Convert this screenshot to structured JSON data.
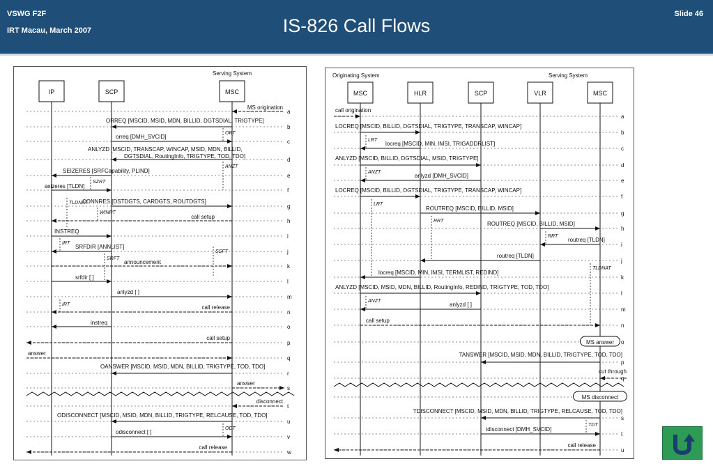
{
  "header": {
    "org": "VSWG F2F",
    "event": "IRT Macau, March 2007",
    "title": "IS-826 Call Flows",
    "slide": "Slide 46"
  },
  "left": {
    "system_label": "Serving System",
    "entities": [
      "IP",
      "SCP",
      "MSC"
    ],
    "row_letters": [
      "a",
      "b",
      "c",
      "d",
      "e",
      "f",
      "g",
      "h",
      "i",
      "j",
      "k",
      "l",
      "m",
      "n",
      "o",
      "p",
      "q",
      "r",
      "s",
      "t",
      "u",
      "v",
      "w"
    ],
    "messages": {
      "ms_origination": "MS origination",
      "orreq": "ORREQ [MSCID, MSID, MDN, BILLID, DGTSDIAL, TRIGTYPE]",
      "orreq_resp": "orreq [DMH_SVCID]",
      "anlyzd_1": "ANLYZD [MSCID, TRANSCAP, WINCAP, MSID, MDN, BILLID,",
      "anlyzd_2": "DGTSDIAL, RoutingInfo, TRIGTYPE, TOD, TDO]",
      "seizeres": "SEIZERES [SRFCapability, PLIND]",
      "seizeres_resp": "seizeres [TLDN]",
      "connres": "CONNRES [DSTDGTS, CARDGTS, ROUTDGTS]",
      "call_setup": "call setup",
      "instreq": "INSTREQ",
      "srfdir": "SRFDIR [ANNLIST]",
      "announcement": "announcement",
      "srfdir_resp": "srfdir [ ]",
      "anlyzd_resp": "anlyzd [ ]",
      "call_release": "call release",
      "instreq_resp": "instreq",
      "call_setup_2": "call setup",
      "answer": "answer",
      "oanswer": "OANSWER [MSCID, MSID, MDN, BILLID, TRIGTYPE, TOD, TDO]",
      "answer_2": "answer",
      "disconnect": "disconnect",
      "odisconnect": "ODISCONNECT [MSCID, MSID, MDN, BILLID, TRIGTYPE, RELCAUSE, TOD, TDO]",
      "odisconnect_resp": "odisconnect [ ]",
      "call_release_2": "call release"
    },
    "timers": {
      "ort": "ORT",
      "anzt": "ANZT",
      "szrt": "SZRT",
      "tldnat": "TLDNAT",
      "winrt": "WINRT",
      "irt": "IRT",
      "srft": "SRFT",
      "ssft": "SSFT",
      "irt_2": "IRT",
      "odt": "ODT"
    }
  },
  "right": {
    "originating_label": "Originating System",
    "serving_label": "Serving System",
    "entities": [
      "MSC",
      "HLR",
      "SCP",
      "VLR",
      "MSC"
    ],
    "row_letters": [
      "a",
      "b",
      "c",
      "d",
      "e",
      "f",
      "g",
      "h",
      "i",
      "j",
      "k",
      "l",
      "m",
      "n",
      "o",
      "p",
      "q",
      "r",
      "s",
      "t",
      "u"
    ],
    "messages": {
      "call_origination": "call origination",
      "locreq_1": "LOCREQ [MSCID, BILLID, DGTSDIAL, TRIGTYPE, TRANSCAP, WINCAP]",
      "locreq_resp_1": "locreq [MSCID, MIN, IMSI, TRIGADDRLIST]",
      "anlyzd": "ANLYZD [MSCID, BILLID, DGTSDIAL, MSID, TRIGTYPE]",
      "anlyzd_resp": "anlyzd [DMH_SVCID]",
      "locreq_2": "LOCREQ [MSCID, BILLID, DGTSDIAL, TRIGTYPE, TRANSCAP, WINCAP]",
      "routreq_1": "ROUTREQ [MSCID, BILLID, MSID]",
      "routreq_2": "ROUTREQ [MSCID, BILLID, MSID]",
      "routreq_resp_1": "routreq [TLDN]",
      "routreq_resp_2": "routreq [TLDN]",
      "locreq_resp_2": "locreq [MSCID, MIN, IMSI, TERMLIST, REDIND]",
      "anlyzd_2": "ANLYZD [MSCID, MSID, MDN, BILLID, RoutingInfo, REDIND, TRIGTYPE, TOD, TDO]",
      "anlyzd_resp_2": "anlyzd [ ]",
      "call_setup": "call setup",
      "ms_answer": "MS answer",
      "tanswer": "TANSWER [MSCID, MSID, MDN, BILLID, TRIGTYPE, TOD, TDO]",
      "cut_through": "cut through",
      "ms_disconnect": "MS disconnect",
      "tdisconnect": "TDISCONNECT [MSCID, MSID, MDN, BILLID, TRIGTYPE, RELCAUSE, TOD, TDO]",
      "tdisconnect_resp": "tdisconnect [DMH_SVCID]",
      "call_release": "call release"
    },
    "timers": {
      "lrt_1": "LRT",
      "anzt_1": "ANZT",
      "lrt_2": "LRT",
      "rrt_1": "RRT",
      "rrt_2": "RRT",
      "tldnat": "TLDNAT",
      "anzt_2": "ANZT",
      "tdt": "TDT"
    }
  },
  "return_button": {
    "icon": "return-arrow-icon",
    "color": "#2e9b55"
  }
}
